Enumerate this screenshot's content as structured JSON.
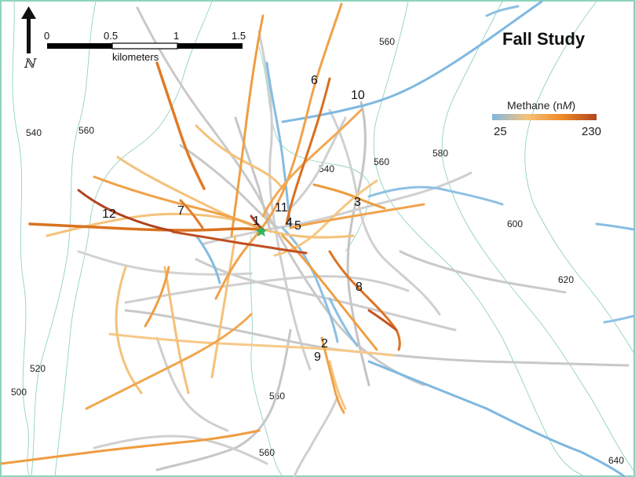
{
  "title": "Fall Study",
  "north_label": "ℕ",
  "scalebar": {
    "ticks": [
      "0",
      "0.5",
      "1",
      "1.5"
    ],
    "unit": "kilometers"
  },
  "legend": {
    "title_prefix": "Methane (n",
    "title_italic": "M",
    "title_suffix": ")",
    "min": "25",
    "max": "230",
    "colors": [
      "#7fb8e0",
      "#f4c27a",
      "#f08a28",
      "#b0441e"
    ]
  },
  "colors": {
    "frame": "#8fd3bd",
    "contour": "#8fd3bd",
    "source_star": "#2fb45a"
  },
  "contour_labels": [
    "540",
    "560",
    "560",
    "540",
    "560",
    "580",
    "600",
    "620",
    "520",
    "500",
    "560",
    "560",
    "640"
  ],
  "site_labels": [
    "1",
    "2",
    "3",
    "4",
    "5",
    "6",
    "7",
    "8",
    "9",
    "10",
    "11",
    "12"
  ],
  "icons": [
    "north-arrow-icon",
    "source-star-icon"
  ]
}
